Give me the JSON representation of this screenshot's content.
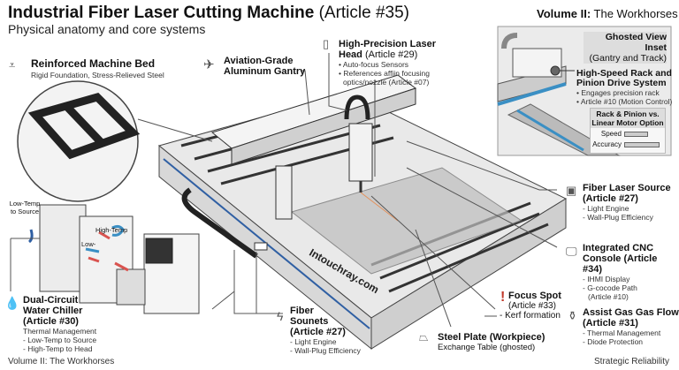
{
  "header": {
    "title": "Industrial Fiber Laser Cutting Machine",
    "title_ref": "(Article #35)",
    "subtitle": "Physical anatomy and core systems",
    "volume_bold": "Volume II:",
    "volume_rest": " The Workhorses"
  },
  "callouts": {
    "bed": {
      "title": "Reinforced Machine Bed",
      "desc": "Rigid Foundation, Stress-Relieved Steel",
      "icon": "machine-bed-icon"
    },
    "gantry": {
      "title1": "Aviation-Grade",
      "title2": "Aluminum Gantry",
      "icon": "airplane-icon"
    },
    "head": {
      "title1": "High-Precision Laser",
      "title2": "Head",
      "ref": "(Article #29)",
      "bullets": [
        "• Auto-focus Sensors",
        "• References affiin focusing",
        "optics/nozzle (Article #07)"
      ],
      "icon": "laser-head-icon"
    },
    "source": {
      "title1": "Fiber Laser Source",
      "title2": "(Article #27)",
      "bullets": [
        "- Light Engine",
        "- Wall-Plug Efficiency"
      ],
      "icon": "chip-icon"
    },
    "cnc": {
      "title1": "Integrated CNC",
      "title2": "Console (Article #34)",
      "bullets": [
        "- IHMI Display",
        "- G-cocode Path",
        "(Article #10)"
      ],
      "icon": "monitor-icon"
    },
    "focus": {
      "title": "Focus Spot",
      "ref": "(Article #33)",
      "kerf": "- Kerf formation",
      "icon": "exclamation-icon"
    },
    "gas": {
      "title1": "Assist Gas Gas Flow",
      "title2": "(Article #31)",
      "bullets": [
        "- Thermal Management",
        "- Diode Protection"
      ],
      "icon": "gas-bottle-icon"
    },
    "plate": {
      "title": "Steel Plate (Workpiece)",
      "desc": "Exchange Table (ghosted)",
      "icon": "steel-plate-icon"
    },
    "sounets": {
      "title1": "Fiber",
      "title2": "Sounets",
      "title3": "(Article #27)",
      "bullets": [
        "- Light Engine",
        "- Wall-Plug Efficiency"
      ],
      "icon": "lightning-icon"
    },
    "chiller": {
      "title1": "Dual-Circuit",
      "title2": "Water Chiller",
      "title3": "(Article #30)",
      "desc": "Thermal Management",
      "bullets": [
        "- Low-Temp to Source",
        "- High-Temp to Head"
      ],
      "icon": "water-drops-icon",
      "low_to_source": "Low-Temp to Source",
      "high_temp": "High-Temp",
      "low": "Low-"
    }
  },
  "inset": {
    "title": "Ghosted View Inset",
    "subtitle": "(Gantry and Track)",
    "drive_title1": "High-Speed Rack and",
    "drive_title2": "Pinion Drive System",
    "drive_bullets": [
      "• Engages precision rack",
      "• Article #10 (Motion Control)"
    ],
    "compare": {
      "title1": "Rack & Pinion vs.",
      "title2": "Linear Motor Option",
      "bars": [
        {
          "label": "Speed",
          "value": 0.62
        },
        {
          "label": "Accuracy",
          "value": 0.92
        }
      ]
    }
  },
  "machine": {
    "brand": "Intouchray.com"
  },
  "footer": {
    "left": "Volume II: The Workhorses",
    "right": "Strategic Reliability"
  },
  "colors": {
    "accent_blue": "#3a8fc4",
    "hot_red": "#d9534f",
    "focus_red": "#c0392b"
  }
}
